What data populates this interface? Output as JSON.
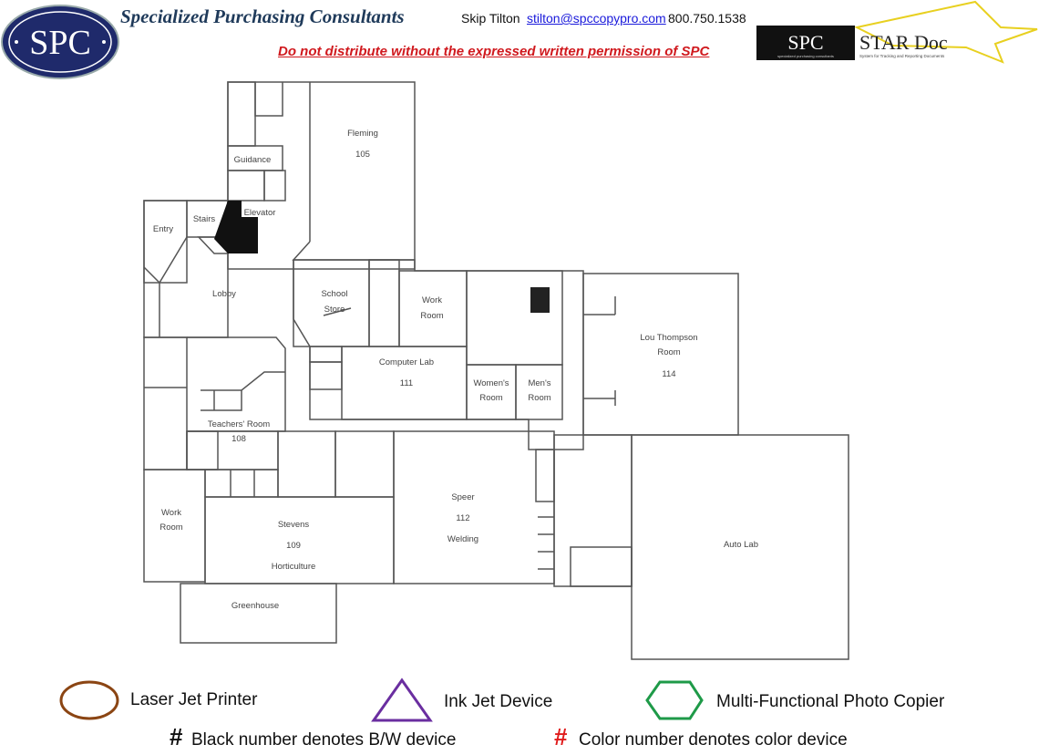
{
  "header": {
    "logo_text": "SPC",
    "company": "Specialized Purchasing Consultants",
    "contact_name": "Skip Tilton",
    "contact_email": "stilton@spccopypro.com",
    "contact_phone": "800.750.1538",
    "warning": "Do not distribute without the expressed written permission of SPC",
    "stardoc_logo": "SPC",
    "stardoc_title": "STAR Doc",
    "stardoc_subtitle": "System for Tracking and Reporting Documents",
    "stardoc_tag": "specialized purchasing consultants"
  },
  "rooms": {
    "fleming": "Fleming",
    "fleming_num": "105",
    "guidance": "Guidance",
    "stairs": "Stairs",
    "elevator": "Elevator",
    "entry": "Entry",
    "lobby": "Lobby",
    "school_store_1": "School",
    "school_store_2": "Store",
    "work_room_1": "Work",
    "work_room_2": "Room",
    "computer_lab": "Computer Lab",
    "computer_lab_num": "111",
    "womens_1": "Women's",
    "womens_2": "Room",
    "mens_1": "Men's",
    "mens_2": "Room",
    "lou_1": "Lou Thompson",
    "lou_2": "Room",
    "lou_num": "114",
    "teachers": "Teachers' Room",
    "teachers_num": "108",
    "work_room_b1": "Work",
    "work_room_b2": "Room",
    "stevens": "Stevens",
    "stevens_num": "109",
    "stevens_sub": "Horticulture",
    "speer": "Speer",
    "speer_num": "112",
    "speer_sub": "Welding",
    "auto_lab": "Auto Lab",
    "greenhouse": "Greenhouse"
  },
  "legend": {
    "laser": "Laser Jet Printer",
    "inkjet": "Ink Jet Device",
    "mfp": "Multi-Functional Photo Copier",
    "hash": "#",
    "bw": "Black number denotes B/W device",
    "color": "Color number denotes color device",
    "colors": {
      "laser": "#8b4513",
      "inkjet": "#6a2ea0",
      "mfp": "#1e9a48",
      "color_hash": "#e01b1b"
    }
  }
}
